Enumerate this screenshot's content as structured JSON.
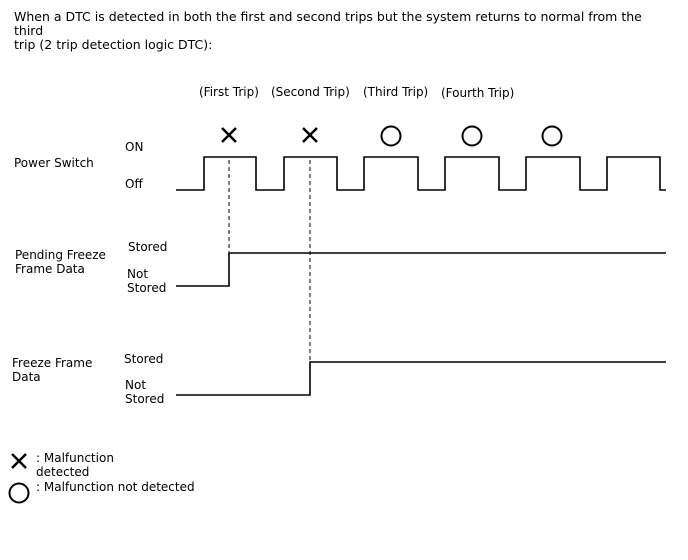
{
  "intro": {
    "line1": "When a DTC is detected in both the first and second trips but the system returns to normal from the third",
    "line2": "trip (2 trip detection logic DTC):"
  },
  "trips": {
    "first": "(First Trip)",
    "second": "(Second Trip)",
    "third": "(Third Trip)",
    "fourth": "(Fourth Trip)"
  },
  "power_switch": {
    "label": "Power Switch",
    "on": "ON",
    "off": "Off"
  },
  "pending_freeze_frame": {
    "label_line1": "Pending Freeze",
    "label_line2": "Frame Data",
    "stored": "Stored",
    "not_stored_line1": "Not",
    "not_stored_line2": "Stored"
  },
  "freeze_frame": {
    "label_line1": "Freeze Frame",
    "label_line2": "Data",
    "stored": "Stored",
    "not_stored_line1": "Not",
    "not_stored_line2": "Stored"
  },
  "legend": {
    "malfunction_line1": ": Malfunction",
    "malfunction_line2": "detected",
    "no_malfunction": ": Malfunction not detected"
  },
  "marks": [
    "malfunction",
    "malfunction",
    "no-malfunction",
    "no-malfunction",
    "no-malfunction"
  ]
}
